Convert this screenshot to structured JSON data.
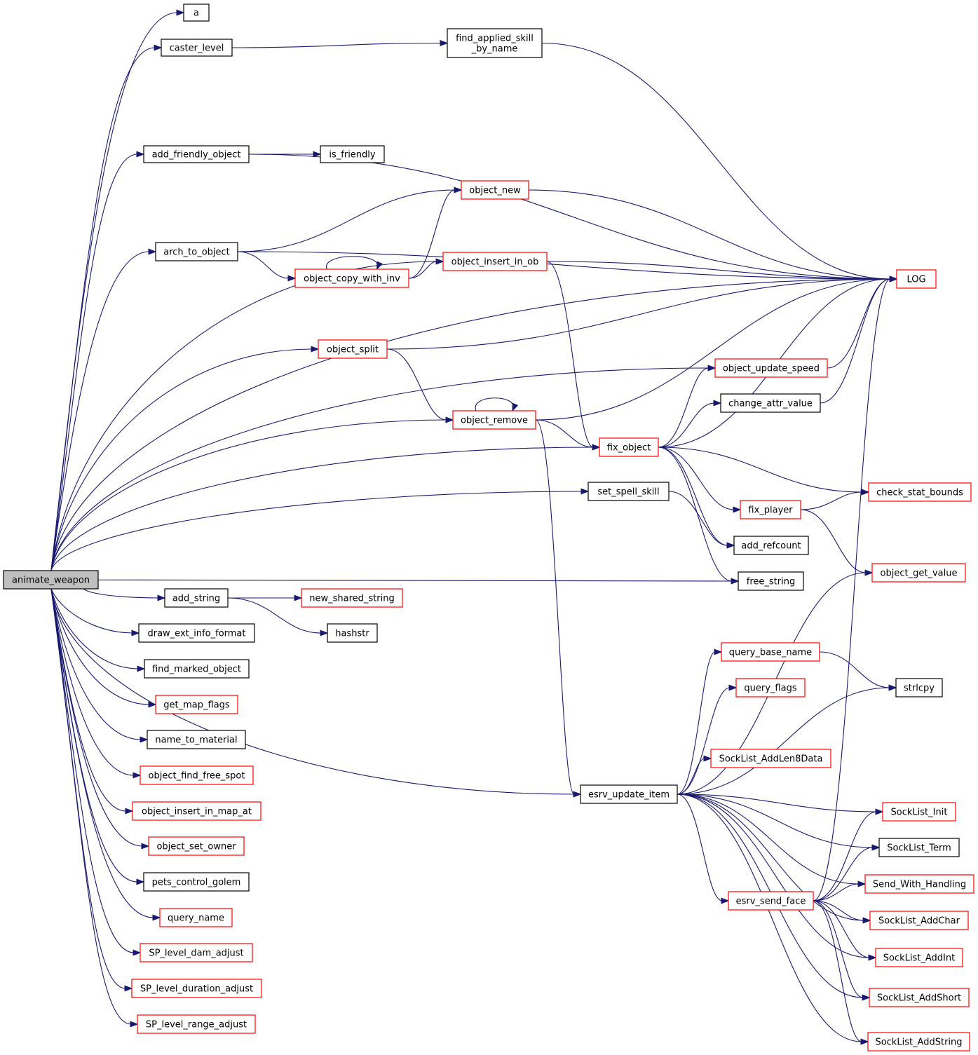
{
  "colors": {
    "edge": "#191970",
    "border_documented": "#000000",
    "border_undocumented": "#ff0000",
    "root_fill": "#bfbfbf",
    "node_fill": "#ffffff"
  },
  "graph": {
    "root": "animate_weapon",
    "nodes": [
      {
        "id": "animate_weapon",
        "lines": [
          "animate_weapon"
        ],
        "style": "root"
      },
      {
        "id": "a",
        "lines": [
          "a"
        ],
        "style": "black"
      },
      {
        "id": "caster_level",
        "lines": [
          "caster_level"
        ],
        "style": "black"
      },
      {
        "id": "find_applied_skill_by_name",
        "lines": [
          "find_applied_skill",
          "_by_name"
        ],
        "style": "black"
      },
      {
        "id": "add_friendly_object",
        "lines": [
          "add_friendly_object"
        ],
        "style": "black"
      },
      {
        "id": "is_friendly",
        "lines": [
          "is_friendly"
        ],
        "style": "black"
      },
      {
        "id": "object_new",
        "lines": [
          "object_new"
        ],
        "style": "red"
      },
      {
        "id": "arch_to_object",
        "lines": [
          "arch_to_object"
        ],
        "style": "black"
      },
      {
        "id": "object_insert_in_ob",
        "lines": [
          "object_insert_in_ob"
        ],
        "style": "red"
      },
      {
        "id": "object_copy_with_inv",
        "lines": [
          "object_copy_with_inv"
        ],
        "style": "red"
      },
      {
        "id": "LOG",
        "lines": [
          "LOG"
        ],
        "style": "red"
      },
      {
        "id": "object_split",
        "lines": [
          "object_split"
        ],
        "style": "red"
      },
      {
        "id": "object_update_speed",
        "lines": [
          "object_update_speed"
        ],
        "style": "red"
      },
      {
        "id": "change_attr_value",
        "lines": [
          "change_attr_value"
        ],
        "style": "black"
      },
      {
        "id": "object_remove",
        "lines": [
          "object_remove"
        ],
        "style": "red"
      },
      {
        "id": "fix_object",
        "lines": [
          "fix_object"
        ],
        "style": "red"
      },
      {
        "id": "set_spell_skill",
        "lines": [
          "set_spell_skill"
        ],
        "style": "black"
      },
      {
        "id": "check_stat_bounds",
        "lines": [
          "check_stat_bounds"
        ],
        "style": "red"
      },
      {
        "id": "fix_player",
        "lines": [
          "fix_player"
        ],
        "style": "red"
      },
      {
        "id": "add_refcount",
        "lines": [
          "add_refcount"
        ],
        "style": "black"
      },
      {
        "id": "free_string",
        "lines": [
          "free_string"
        ],
        "style": "black"
      },
      {
        "id": "object_get_value",
        "lines": [
          "object_get_value"
        ],
        "style": "red"
      },
      {
        "id": "add_string",
        "lines": [
          "add_string"
        ],
        "style": "black"
      },
      {
        "id": "new_shared_string",
        "lines": [
          "new_shared_string"
        ],
        "style": "red"
      },
      {
        "id": "draw_ext_info_format",
        "lines": [
          "draw_ext_info_format"
        ],
        "style": "black"
      },
      {
        "id": "hashstr",
        "lines": [
          "hashstr"
        ],
        "style": "black"
      },
      {
        "id": "find_marked_object",
        "lines": [
          "find_marked_object"
        ],
        "style": "black"
      },
      {
        "id": "query_base_name",
        "lines": [
          "query_base_name"
        ],
        "style": "red"
      },
      {
        "id": "get_map_flags",
        "lines": [
          "get_map_flags"
        ],
        "style": "red"
      },
      {
        "id": "query_flags",
        "lines": [
          "query_flags"
        ],
        "style": "red"
      },
      {
        "id": "strlcpy",
        "lines": [
          "strlcpy"
        ],
        "style": "black"
      },
      {
        "id": "name_to_material",
        "lines": [
          "name_to_material"
        ],
        "style": "black"
      },
      {
        "id": "SockList_AddLen8Data",
        "lines": [
          "SockList_AddLen8Data"
        ],
        "style": "red"
      },
      {
        "id": "object_find_free_spot",
        "lines": [
          "object_find_free_spot"
        ],
        "style": "red"
      },
      {
        "id": "esrv_update_item",
        "lines": [
          "esrv_update_item"
        ],
        "style": "black"
      },
      {
        "id": "object_insert_in_map_at",
        "lines": [
          "object_insert_in_map_at"
        ],
        "style": "red"
      },
      {
        "id": "SockList_Init",
        "lines": [
          "SockList_Init"
        ],
        "style": "red"
      },
      {
        "id": "object_set_owner",
        "lines": [
          "object_set_owner"
        ],
        "style": "red"
      },
      {
        "id": "SockList_Term",
        "lines": [
          "SockList_Term"
        ],
        "style": "black"
      },
      {
        "id": "pets_control_golem",
        "lines": [
          "pets_control_golem"
        ],
        "style": "black"
      },
      {
        "id": "Send_With_Handling",
        "lines": [
          "Send_With_Handling"
        ],
        "style": "red"
      },
      {
        "id": "esrv_send_face",
        "lines": [
          "esrv_send_face"
        ],
        "style": "red"
      },
      {
        "id": "query_name",
        "lines": [
          "query_name"
        ],
        "style": "red"
      },
      {
        "id": "SockList_AddChar",
        "lines": [
          "SockList_AddChar"
        ],
        "style": "red"
      },
      {
        "id": "SP_level_dam_adjust",
        "lines": [
          "SP_level_dam_adjust"
        ],
        "style": "red"
      },
      {
        "id": "SockList_AddInt",
        "lines": [
          "SockList_AddInt"
        ],
        "style": "red"
      },
      {
        "id": "SP_level_duration_adjust",
        "lines": [
          "SP_level_duration_adjust"
        ],
        "style": "red"
      },
      {
        "id": "SockList_AddShort",
        "lines": [
          "SockList_AddShort"
        ],
        "style": "red"
      },
      {
        "id": "SP_level_range_adjust",
        "lines": [
          "SP_level_range_adjust"
        ],
        "style": "red"
      },
      {
        "id": "SockList_AddString",
        "lines": [
          "SockList_AddString"
        ],
        "style": "red"
      }
    ],
    "edges": [
      [
        "animate_weapon",
        "a"
      ],
      [
        "animate_weapon",
        "caster_level"
      ],
      [
        "animate_weapon",
        "LOG"
      ],
      [
        "animate_weapon",
        "add_friendly_object"
      ],
      [
        "animate_weapon",
        "arch_to_object"
      ],
      [
        "animate_weapon",
        "object_insert_in_ob"
      ],
      [
        "animate_weapon",
        "object_split"
      ],
      [
        "animate_weapon",
        "object_update_speed"
      ],
      [
        "animate_weapon",
        "object_remove"
      ],
      [
        "animate_weapon",
        "fix_object"
      ],
      [
        "animate_weapon",
        "set_spell_skill"
      ],
      [
        "animate_weapon",
        "free_string"
      ],
      [
        "animate_weapon",
        "esrv_update_item"
      ],
      [
        "animate_weapon",
        "add_string"
      ],
      [
        "animate_weapon",
        "draw_ext_info_format"
      ],
      [
        "animate_weapon",
        "find_marked_object"
      ],
      [
        "animate_weapon",
        "get_map_flags"
      ],
      [
        "animate_weapon",
        "name_to_material"
      ],
      [
        "animate_weapon",
        "object_find_free_spot"
      ],
      [
        "animate_weapon",
        "object_insert_in_map_at"
      ],
      [
        "animate_weapon",
        "object_set_owner"
      ],
      [
        "animate_weapon",
        "pets_control_golem"
      ],
      [
        "animate_weapon",
        "query_name"
      ],
      [
        "animate_weapon",
        "SP_level_dam_adjust"
      ],
      [
        "animate_weapon",
        "SP_level_duration_adjust"
      ],
      [
        "animate_weapon",
        "SP_level_range_adjust"
      ],
      [
        "caster_level",
        "find_applied_skill_by_name"
      ],
      [
        "find_applied_skill_by_name",
        "LOG"
      ],
      [
        "add_friendly_object",
        "is_friendly"
      ],
      [
        "add_friendly_object",
        "LOG"
      ],
      [
        "arch_to_object",
        "object_new"
      ],
      [
        "arch_to_object",
        "LOG"
      ],
      [
        "arch_to_object",
        "object_copy_with_inv"
      ],
      [
        "object_new",
        "LOG"
      ],
      [
        "object_copy_with_inv",
        "object_copy_with_inv"
      ],
      [
        "object_copy_with_inv",
        "object_new"
      ],
      [
        "object_copy_with_inv",
        "object_insert_in_ob"
      ],
      [
        "object_insert_in_ob",
        "LOG"
      ],
      [
        "object_insert_in_ob",
        "fix_object"
      ],
      [
        "object_split",
        "LOG"
      ],
      [
        "object_split",
        "object_remove"
      ],
      [
        "object_remove",
        "object_remove"
      ],
      [
        "object_remove",
        "LOG"
      ],
      [
        "object_remove",
        "fix_object"
      ],
      [
        "object_remove",
        "esrv_update_item"
      ],
      [
        "object_update_speed",
        "LOG"
      ],
      [
        "change_attr_value",
        "LOG"
      ],
      [
        "fix_object",
        "object_update_speed"
      ],
      [
        "fix_object",
        "change_attr_value"
      ],
      [
        "fix_object",
        "LOG"
      ],
      [
        "fix_object",
        "check_stat_bounds"
      ],
      [
        "fix_object",
        "fix_player"
      ],
      [
        "fix_object",
        "add_refcount"
      ],
      [
        "fix_object",
        "free_string"
      ],
      [
        "set_spell_skill",
        "add_refcount"
      ],
      [
        "fix_player",
        "check_stat_bounds"
      ],
      [
        "fix_player",
        "object_get_value"
      ],
      [
        "add_string",
        "new_shared_string"
      ],
      [
        "add_string",
        "hashstr"
      ],
      [
        "esrv_update_item",
        "object_get_value"
      ],
      [
        "esrv_update_item",
        "query_base_name"
      ],
      [
        "esrv_update_item",
        "query_flags"
      ],
      [
        "esrv_update_item",
        "strlcpy"
      ],
      [
        "esrv_update_item",
        "SockList_AddLen8Data"
      ],
      [
        "esrv_update_item",
        "SockList_Init"
      ],
      [
        "esrv_update_item",
        "SockList_Term"
      ],
      [
        "esrv_update_item",
        "Send_With_Handling"
      ],
      [
        "esrv_update_item",
        "esrv_send_face"
      ],
      [
        "esrv_update_item",
        "SockList_AddChar"
      ],
      [
        "esrv_update_item",
        "SockList_AddInt"
      ],
      [
        "esrv_update_item",
        "SockList_AddShort"
      ],
      [
        "esrv_update_item",
        "SockList_AddString"
      ],
      [
        "query_base_name",
        "strlcpy"
      ],
      [
        "esrv_send_face",
        "LOG"
      ],
      [
        "esrv_send_face",
        "SockList_Init"
      ],
      [
        "esrv_send_face",
        "SockList_Term"
      ],
      [
        "esrv_send_face",
        "Send_With_Handling"
      ],
      [
        "esrv_send_face",
        "SockList_AddChar"
      ],
      [
        "esrv_send_face",
        "SockList_AddInt"
      ],
      [
        "esrv_send_face",
        "SockList_AddShort"
      ],
      [
        "esrv_send_face",
        "SockList_AddString"
      ]
    ]
  }
}
